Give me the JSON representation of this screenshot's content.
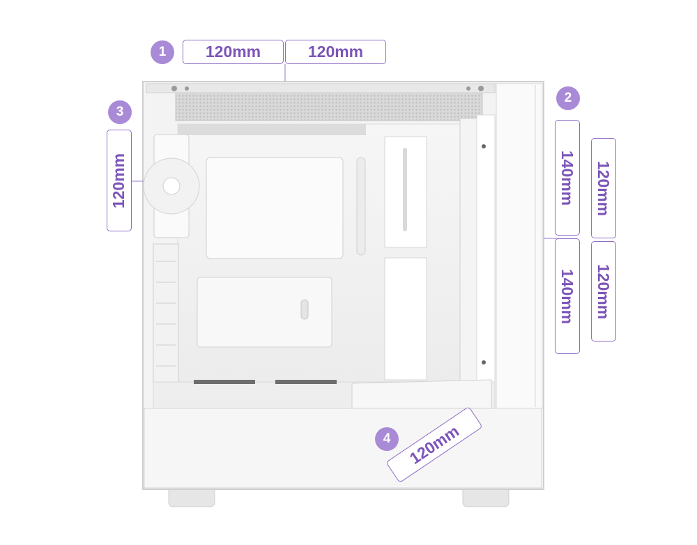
{
  "colors": {
    "accent": "#7c55b8",
    "badge": "#a98ad6",
    "case_body": "#f1f1f1",
    "case_shadow": "#d6d6d6"
  },
  "callouts": [
    {
      "id": "1",
      "location": "top",
      "fan_labels": [
        "120mm",
        "120mm"
      ]
    },
    {
      "id": "2",
      "location": "front",
      "fan_labels": [
        "140mm",
        "140mm",
        "120mm",
        "120mm"
      ]
    },
    {
      "id": "3",
      "location": "rear",
      "fan_labels": [
        "120mm"
      ]
    },
    {
      "id": "4",
      "location": "bottom",
      "fan_labels": [
        "120mm"
      ]
    }
  ]
}
